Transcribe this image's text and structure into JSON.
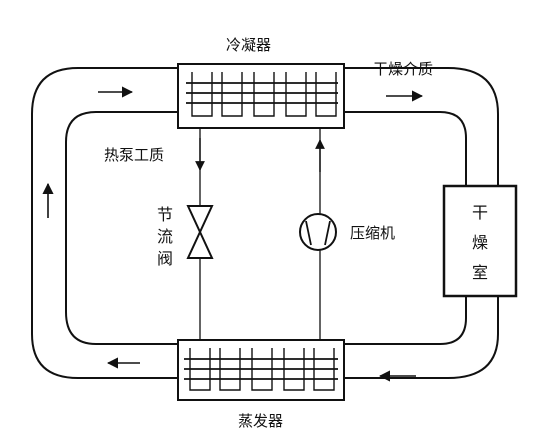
{
  "labels": {
    "condenser": "冷凝器",
    "drying_medium": "干燥介质",
    "heat_pump_fluid": "热泵工质",
    "throttle_valve": [
      "节",
      "流",
      "阀"
    ],
    "compressor": "压缩机",
    "drying_room": [
      "干",
      "燥",
      "室"
    ],
    "evaporator": "蒸发器"
  },
  "colors": {
    "line": "#111111",
    "background": "#ffffff"
  }
}
